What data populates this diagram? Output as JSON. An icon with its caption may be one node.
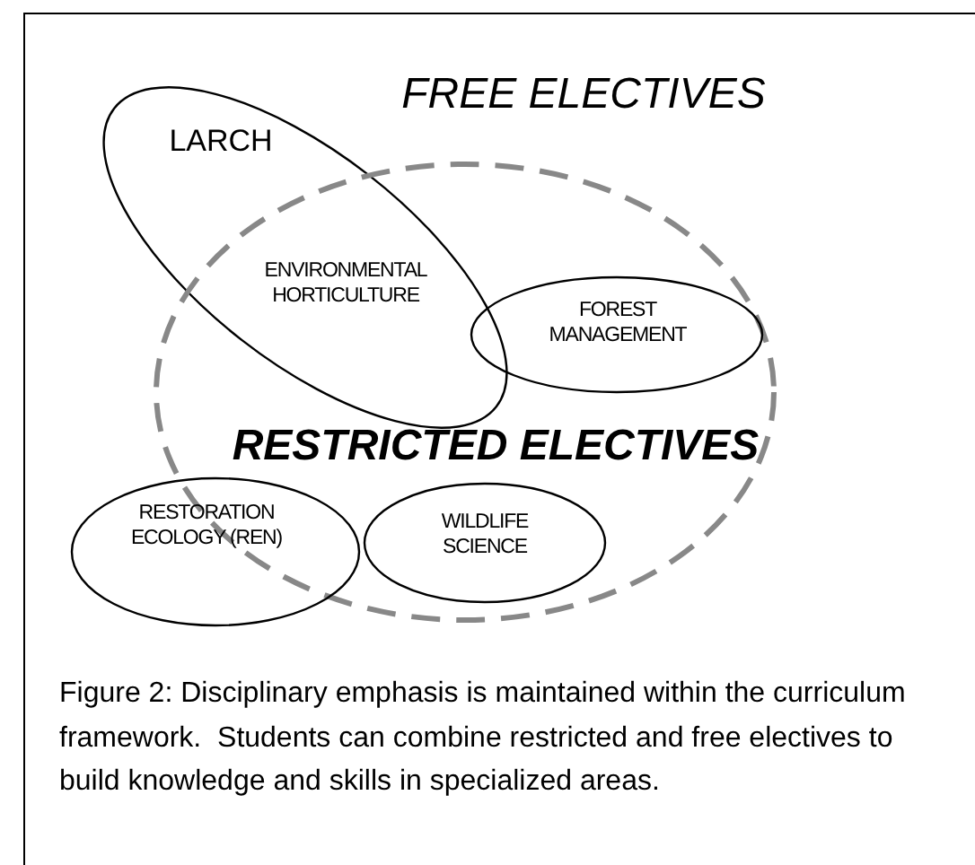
{
  "diagram": {
    "caption": "Figure 2: Disciplinary emphasis is maintained within the curriculum framework.  Students can combine restricted and free electives to build knowledge and skills in specialized areas.",
    "nodes": [
      {
        "text": [
          "LARCH"
        ]
      },
      {
        "text": [
          "RESTRICTED ELECTIVES"
        ]
      },
      {
        "text": [
          "FOREST MANAGEMENT"
        ],
        "in": 1
      },
      {
        "text": [
          "RESTORATION ECOLOGY (REN)"
        ]
      },
      {
        "text": [
          "WILDLIFE SCIENCE"
        ],
        "in": 1
      }
    ],
    "edges": [],
    "labels": [
      "FREE ELECTIVES",
      "ENVIRONMENTAL HORTICULTURE"
    ]
  }
}
